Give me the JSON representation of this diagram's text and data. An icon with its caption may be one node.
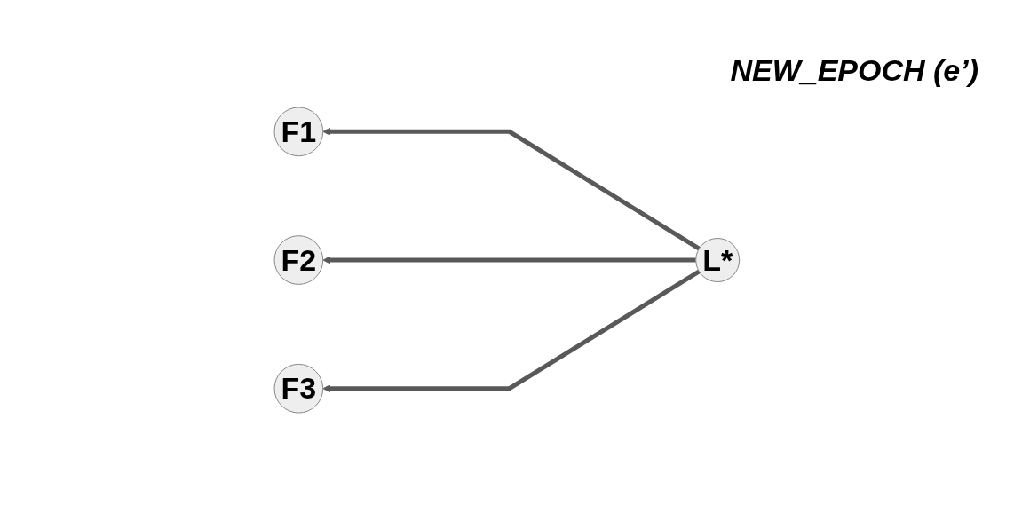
{
  "diagram": {
    "nodes": [
      {
        "text": [
          "F1"
        ]
      },
      {
        "text": [
          "F2"
        ]
      },
      {
        "text": [
          "F3"
        ]
      },
      {
        "text": [
          "L*"
        ]
      }
    ],
    "edges": [
      {
        "from": 3,
        "to": 0,
        "arrow": "to"
      },
      {
        "from": 3,
        "to": 1,
        "arrow": "to"
      },
      {
        "from": 3,
        "to": 2,
        "arrow": "to"
      }
    ],
    "labels": [
      "NEW_EPOCH (e’)"
    ]
  }
}
